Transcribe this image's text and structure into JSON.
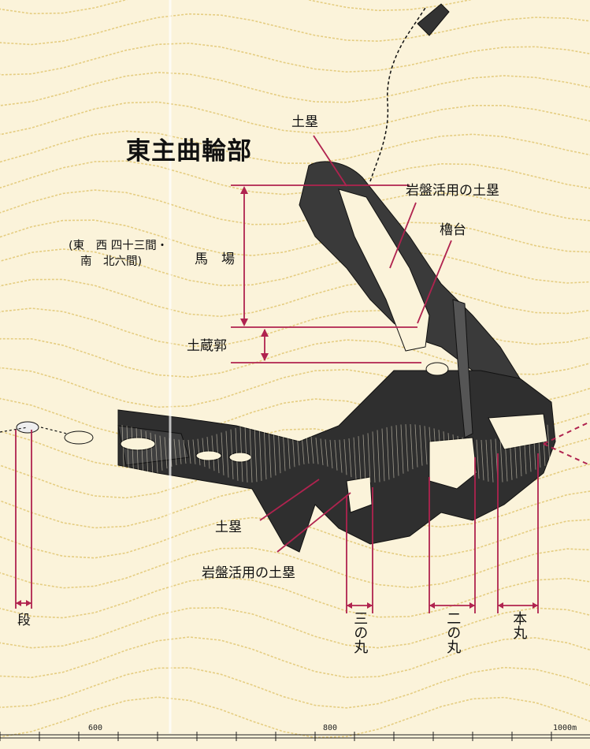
{
  "title": "東主曲輪部",
  "labels": {
    "dorui_top": "土塁",
    "ganban_top": "岩盤活用の土塁",
    "yagura": "櫓台",
    "baba_dims_1": "(東　西 四十三間・",
    "baba_dims_2": "南　北六間)",
    "baba": "馬　場",
    "dozo": "土蔵郭",
    "dorui_bottom": "土塁",
    "ganban_bottom": "岩盤活用の土塁",
    "dan": "段",
    "sannomaru": "三の丸",
    "ninomaru": "二の丸",
    "honmaru": "本丸"
  },
  "scale": {
    "labels": [
      "600",
      "800",
      "1000m"
    ]
  },
  "colors": {
    "paper": "#fbf3da",
    "contour": "#e3c978",
    "leader": "#b0234f",
    "hachure": "#1a1a1a"
  }
}
